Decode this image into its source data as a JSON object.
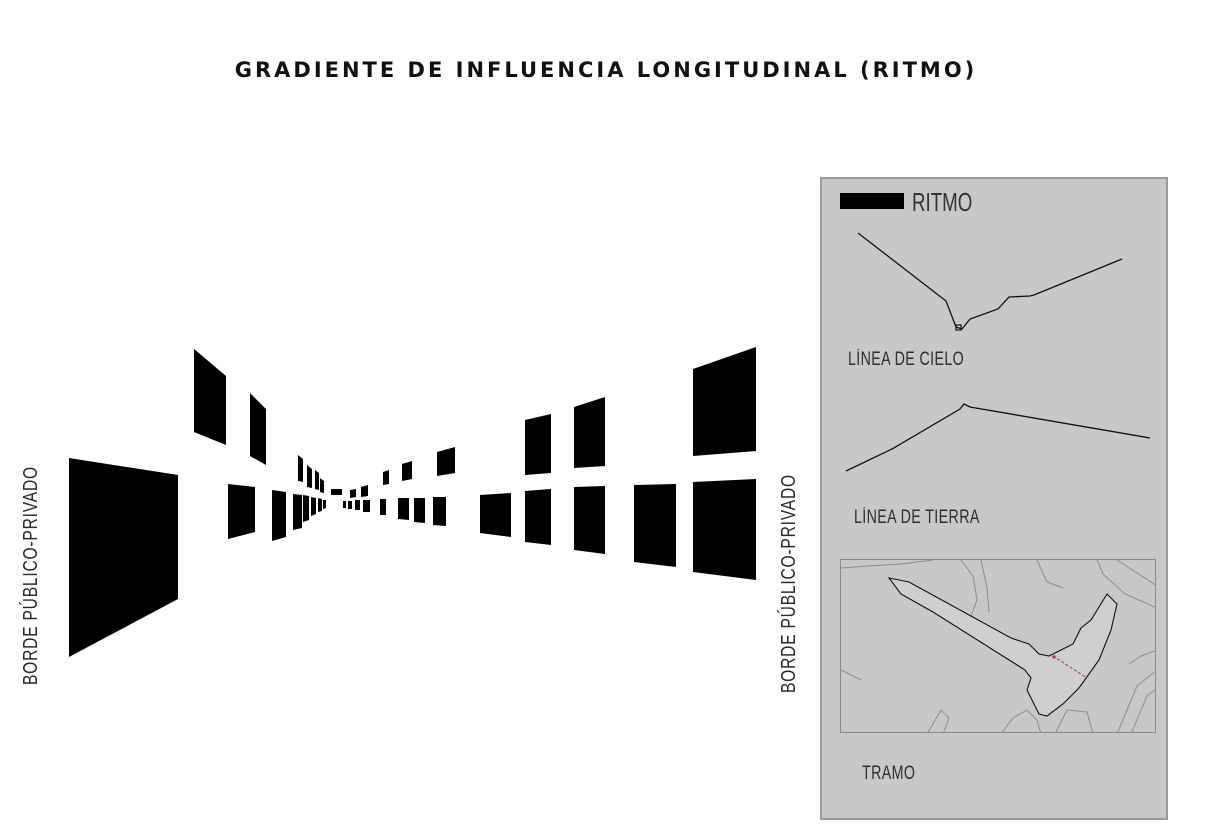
{
  "title": "GRADIENTE DE INFLUENCIA LONGITUDINAL (RITMO)",
  "side_label_left": "BORDE PÚBLICO-PRIVADO",
  "side_label_right": "BORDE PÚBLICO-PRIVADO",
  "legend": {
    "label": "RITMO",
    "color": "#000000"
  },
  "panel": {
    "background": "#c8c8c8",
    "sky_line_label": "LÍNEA DE CIELO",
    "ground_line_label": "LÍNEA DE TIERRA",
    "section_label": "TRAMO"
  },
  "colors": {
    "openings": "#000000",
    "route_marker": "#b03030"
  }
}
